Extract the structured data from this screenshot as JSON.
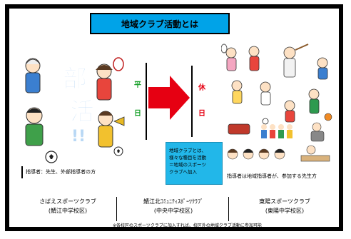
{
  "title": "地域クラブ活動とは",
  "left_illustration": {
    "text_line1": "部",
    "text_line2": "活",
    "text_line3": "!!"
  },
  "left_caption": "指導者：先生、外部指導者の方",
  "weekday": {
    "char1": "平",
    "char2": "日"
  },
  "holiday": {
    "char1": "休",
    "char2": "日"
  },
  "info_box": {
    "line1": "地域クラブとは、",
    "line2": "様々な種目を活動",
    "line3": "＝地域のスポーツ",
    "line4": "クラブへ加入"
  },
  "right_caption": "指導者は地域指導者が、参加する先生方",
  "clubs": [
    {
      "name": "さばえスポーツクラブ",
      "school": "(鯖江中学校区)"
    },
    {
      "name": "鯖江北ｺﾐｭﾆﾃｨｽﾎﾟｰﾂｸﾗﾌﾞ",
      "school": "(中央中学校区)"
    },
    {
      "name": "東陽スポーツクラブ",
      "school": "(東陽中学校区)"
    }
  ],
  "footnote": "※各校区のスポーツクラブに加入すれば、校区外の地域クラブ活動に参加可能",
  "colors": {
    "title_bg": "#00a3e8",
    "weekday": "#19a02a",
    "holiday": "#e60012",
    "arrow": "#e60012",
    "info_bg": "#22b7e9"
  }
}
